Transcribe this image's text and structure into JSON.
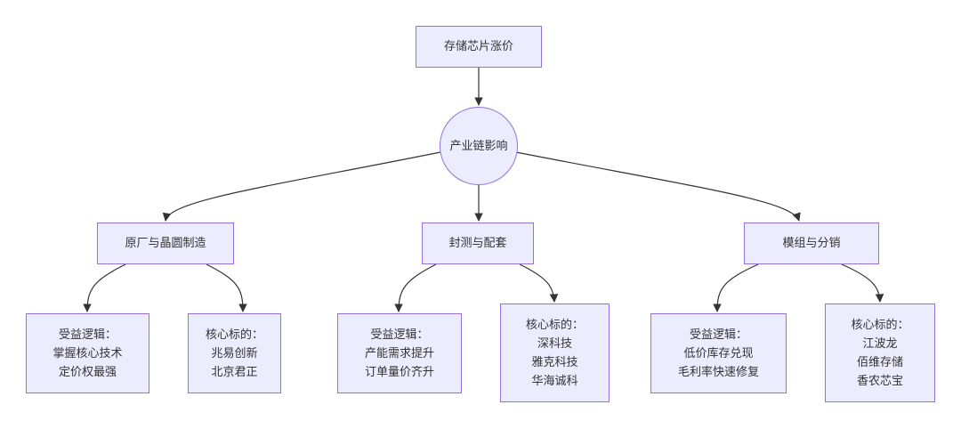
{
  "diagram": {
    "type": "flowchart",
    "colors": {
      "node_fill": "#ececff",
      "node_border": "#9370db",
      "edge": "#333333",
      "text": "#333333"
    },
    "nodes": {
      "root": {
        "lines": [
          "存储芯片涨价"
        ]
      },
      "hub": {
        "lines": [
          "产业链影响"
        ]
      },
      "fab": {
        "lines": [
          "原厂与晶圆制造"
        ]
      },
      "pkg": {
        "lines": [
          "封测与配套"
        ]
      },
      "mod": {
        "lines": [
          "模组与分销"
        ]
      },
      "fab_logic": {
        "lines": [
          "受益逻辑：",
          "掌握核心技术",
          "定价权最强"
        ]
      },
      "fab_targets": {
        "lines": [
          "核心标的：",
          "兆易创新",
          "北京君正"
        ]
      },
      "pkg_logic": {
        "lines": [
          "受益逻辑：",
          "产能需求提升",
          "订单量价齐升"
        ]
      },
      "pkg_targets": {
        "lines": [
          "核心标的：",
          "深科技",
          "雅克科技",
          "华海诚科"
        ]
      },
      "mod_logic": {
        "lines": [
          "受益逻辑：",
          "低价库存兑现",
          "毛利率快速修复"
        ]
      },
      "mod_targets": {
        "lines": [
          "核心标的：",
          "江波龙",
          "佰维存储",
          "香农芯宝"
        ]
      }
    },
    "edges": [
      [
        "root",
        "hub"
      ],
      [
        "hub",
        "fab"
      ],
      [
        "hub",
        "pkg"
      ],
      [
        "hub",
        "mod"
      ],
      [
        "fab",
        "fab_logic"
      ],
      [
        "fab",
        "fab_targets"
      ],
      [
        "pkg",
        "pkg_logic"
      ],
      [
        "pkg",
        "pkg_targets"
      ],
      [
        "mod",
        "mod_logic"
      ],
      [
        "mod",
        "mod_targets"
      ]
    ]
  }
}
